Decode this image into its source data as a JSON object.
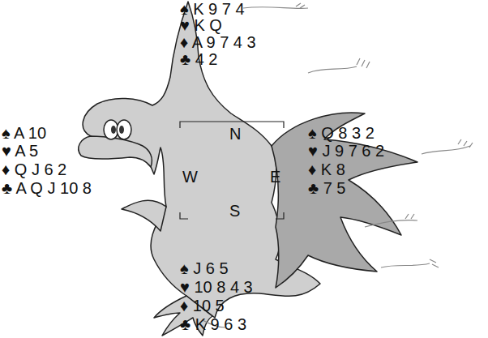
{
  "diagram": {
    "nodes": [
      {
        "text": [
          "N",
          "W",
          "E",
          "S"
        ]
      }
    ],
    "labels": [
      "♠ K 9 7 4",
      "♥ K Q",
      "♦ A 9 7 4 3",
      "♣ 4 2",
      "♠ A 10",
      "♥ A 5",
      "♦ Q J 6 2",
      "♣ A Q J 10 8",
      "♠ Q 8 3 2",
      "♥ J 9 7 6 2",
      "♦ K 8",
      "♣ 7 5",
      "♠ J 6 5",
      "♥ 10 8 4 3",
      "♦ 10 5",
      "♣ K 9 6 3"
    ]
  }
}
